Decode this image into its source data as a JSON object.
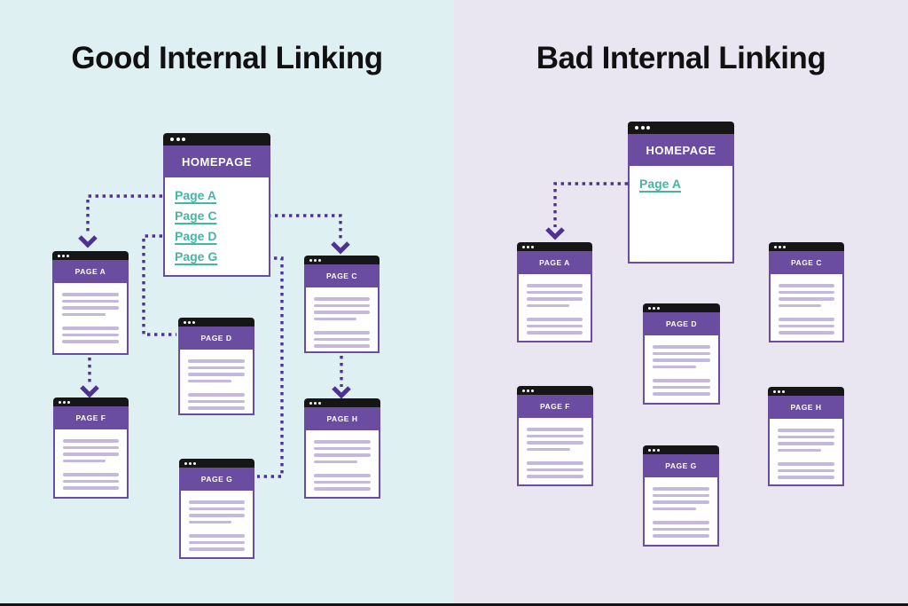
{
  "page": {
    "good_title": "Good Internal Linking",
    "bad_title": "Bad Internal Linking"
  },
  "good": {
    "homepage_label": "HOMEPAGE",
    "links": [
      "Page A",
      "Page C",
      "Page D",
      "Page G"
    ],
    "pages": {
      "a": "PAGE A",
      "c": "PAGE C",
      "d": "PAGE D",
      "f": "PAGE F",
      "g": "PAGE G",
      "h": "PAGE H"
    }
  },
  "bad": {
    "homepage_label": "HOMEPAGE",
    "links": [
      "Page A"
    ],
    "pages": {
      "a": "PAGE A",
      "c": "PAGE C",
      "d": "PAGE D",
      "f": "PAGE F",
      "g": "PAGE G",
      "h": "PAGE H"
    }
  },
  "colors": {
    "good_bg": "#dff0f3",
    "bad_bg": "#e9e6f1",
    "accent_purple": "#6a4ca0",
    "connector_purple": "#4e3191",
    "link_teal": "#45b5a6",
    "chrome_black": "#161616",
    "line_purple": "#c4b9dc",
    "title_black": "#111111"
  }
}
